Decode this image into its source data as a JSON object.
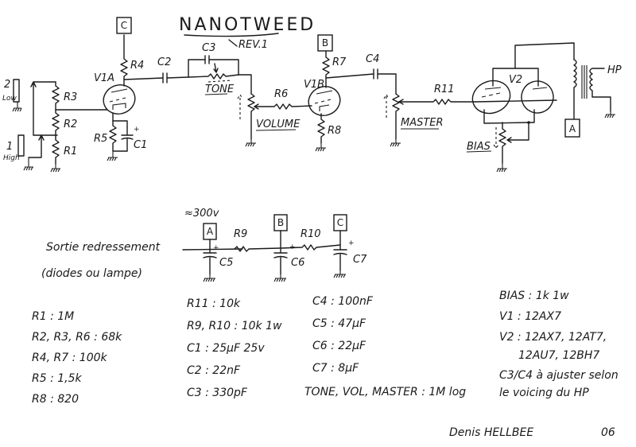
{
  "title": "NANOTWEED",
  "revision": "REV.1",
  "schematic": {
    "inputs": [
      {
        "number": "2",
        "label": "Low"
      },
      {
        "number": "1",
        "label": "High"
      }
    ],
    "tubes": {
      "v1a": "V1A",
      "v1b": "V1B",
      "v2": "V2"
    },
    "resistors": {
      "r1": "R1",
      "r2": "R2",
      "r3": "R3",
      "r4": "R4",
      "r5": "R5",
      "r6": "R6",
      "r7": "R7",
      "r8": "R8",
      "r9": "R9",
      "r10": "R10",
      "r11": "R11"
    },
    "capacitors": {
      "c1": "C1",
      "c2": "C2",
      "c3": "C3",
      "c4": "C4",
      "c5": "C5",
      "c6": "C6",
      "c7": "C7"
    },
    "pots": {
      "tone": "TONE",
      "volume": "VOLUME",
      "master": "MASTER",
      "bias": "BIAS"
    },
    "supply_nodes": {
      "a": "A",
      "b": "B",
      "c": "C"
    },
    "output_label": "HP",
    "supply_voltage": "≈300v",
    "supply_input_line1": "Sortie redressement",
    "supply_input_line2": "(diodes ou lampe)",
    "plus": "+"
  },
  "parts_list": {
    "column1": [
      "R1 : 1M",
      "R2, R3, R6 : 68k",
      "R4, R7 : 100k",
      "R5 : 1,5k",
      "R8 : 820"
    ],
    "column2": [
      "R11 : 10k",
      "R9, R10 : 10k 1w",
      "C1 : 25µF 25v",
      "C2 : 22nF",
      "C3 : 330pF"
    ],
    "column3": [
      "C4 : 100nF",
      "C5 : 47µF",
      "C6 : 22µF",
      "C7 : 8µF",
      "TONE, VOL, MASTER : 1M log"
    ],
    "column4": [
      "BIAS : 1k 1w",
      "V1 : 12AX7",
      "V2 : 12AX7, 12AT7,",
      "12AU7, 12BH7",
      "C3/C4 à ajuster selon",
      "le voicing du HP"
    ]
  },
  "signature": {
    "name": "Denis HELLBEE",
    "suffix": "06"
  }
}
